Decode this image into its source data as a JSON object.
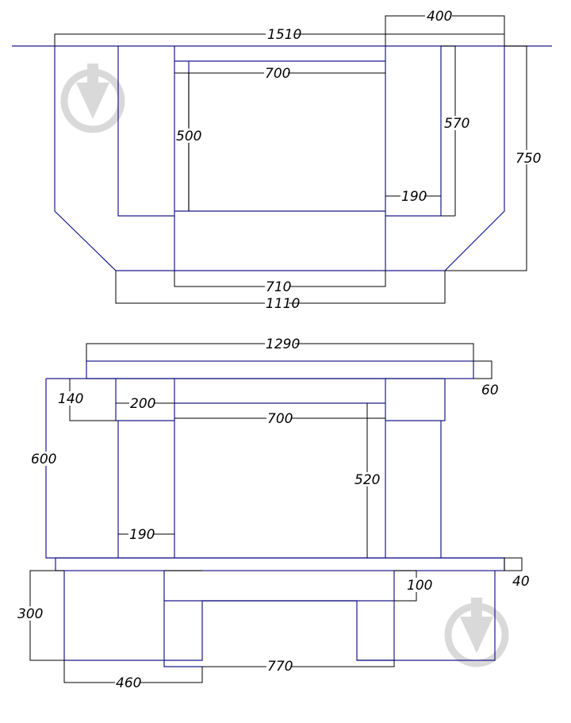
{
  "drawing": {
    "top_view": {
      "dims": {
        "d1510": "1510",
        "d400": "400",
        "d700": "700",
        "d500": "500",
        "d570": "570",
        "d750": "750",
        "d190": "190",
        "d710": "710",
        "d1110": "1110"
      }
    },
    "front_view": {
      "dims": {
        "d1290": "1290",
        "d60": "60",
        "d140": "140",
        "d200": "200",
        "d700": "700",
        "d600": "600",
        "d520": "520",
        "d190": "190",
        "d40": "40",
        "d100": "100",
        "d300": "300",
        "d770": "770",
        "d460": "460"
      }
    },
    "colors": {
      "outline": "#1a1a8c",
      "dimension": "#000000",
      "watermark": "#d9d9d9"
    },
    "icons": [
      "watermark-logo-icon",
      "watermark-logo-icon"
    ]
  }
}
